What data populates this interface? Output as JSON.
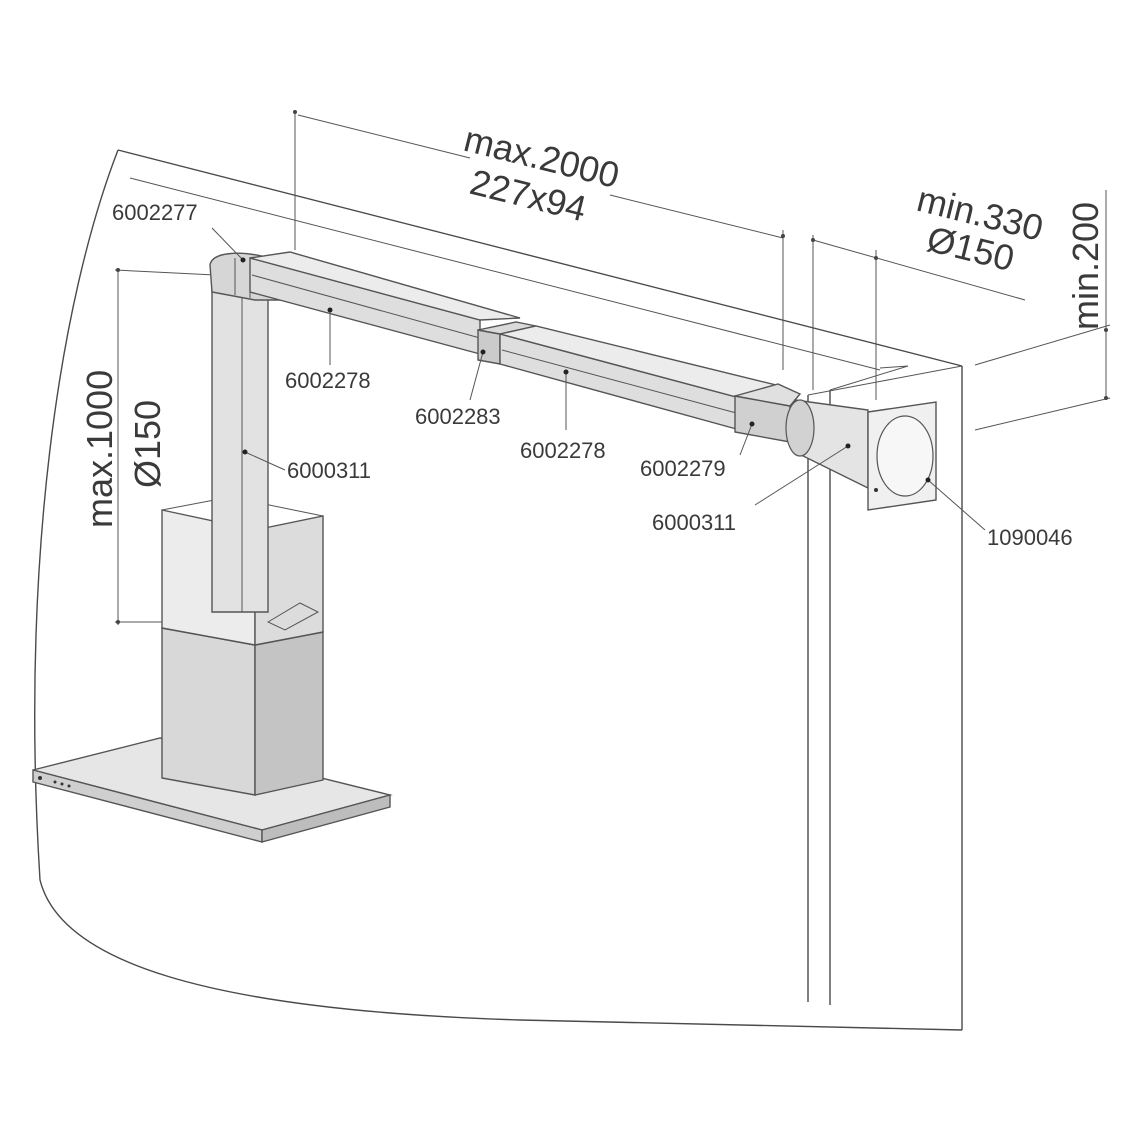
{
  "dimensions": {
    "duct_length": "max.2000",
    "duct_section": "227x94",
    "wall_clearance": "min.330",
    "wall_diameter": "Ø150",
    "height_clearance": "min.200",
    "chimney_height": "max.1000",
    "chimney_diameter": "Ø150"
  },
  "parts": {
    "elbow_top": "6002277",
    "flat_duct_1": "6002278",
    "connector": "6002283",
    "flat_duct_2": "6002278",
    "adapter": "6002279",
    "round_pipe_vertical": "6000311",
    "round_pipe_wall": "6000311",
    "wall_grille": "1090046"
  }
}
